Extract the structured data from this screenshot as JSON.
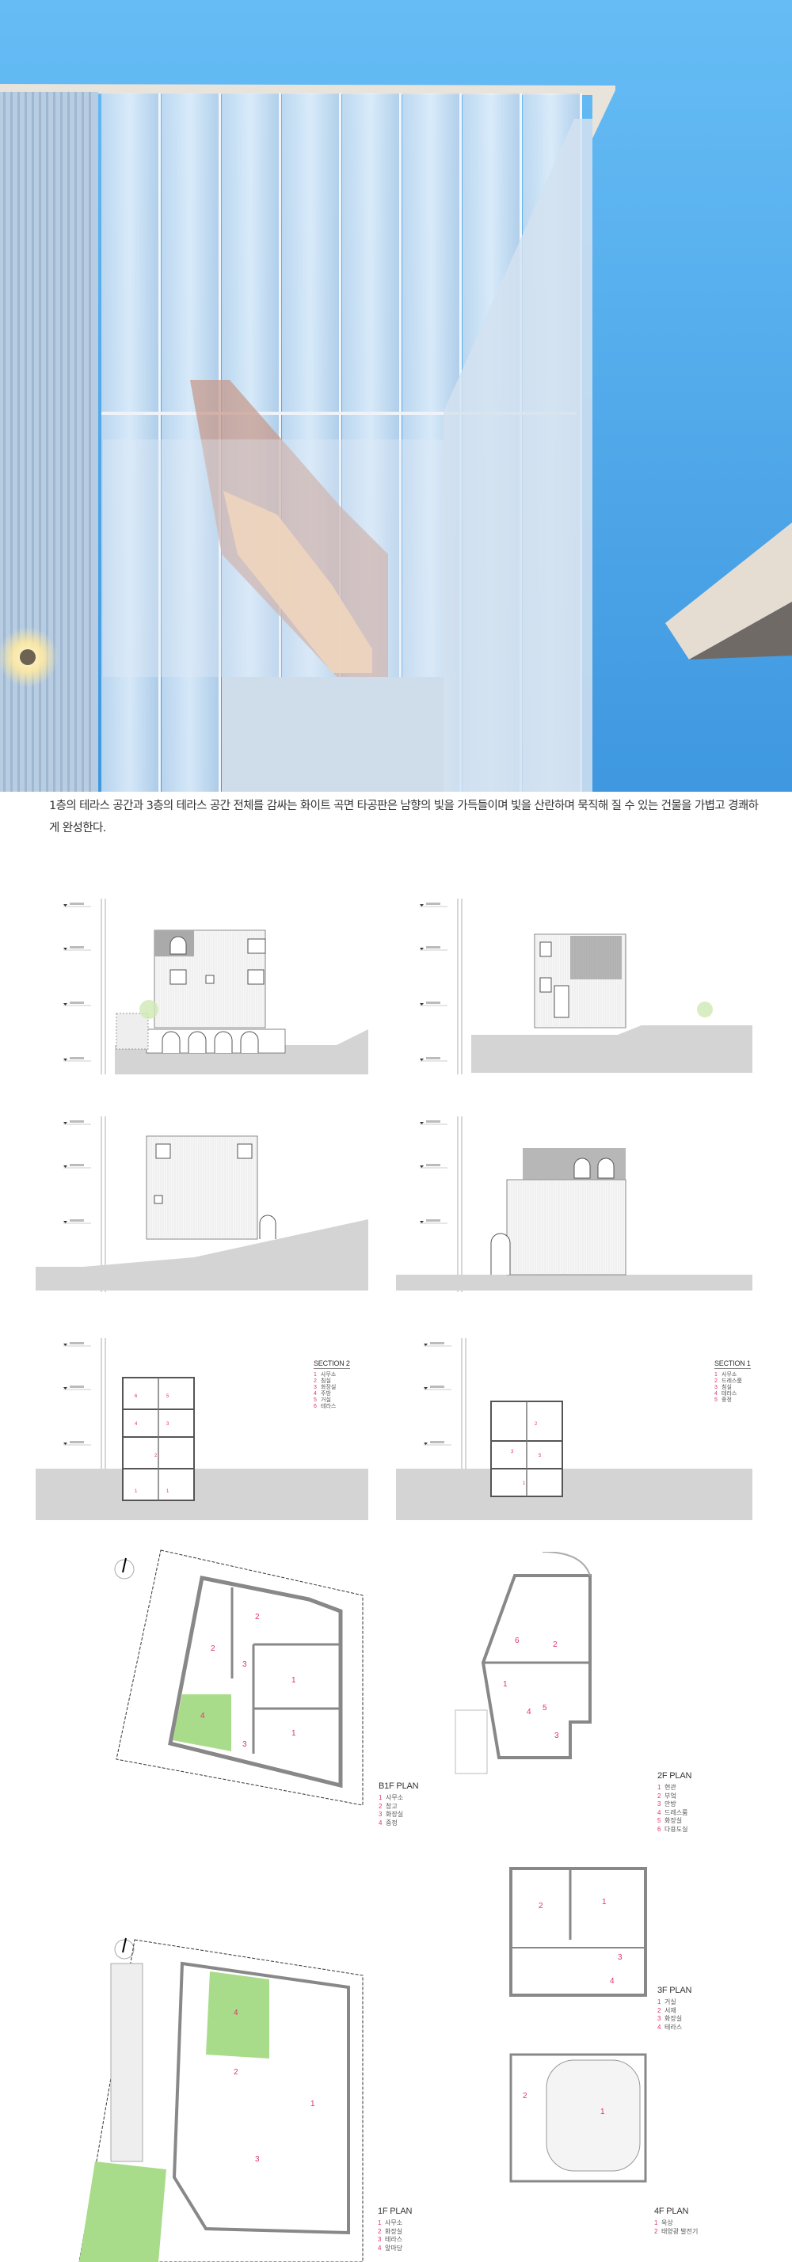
{
  "photo": {
    "colors": {
      "sky": "#4aa8ec",
      "facade": "#dfe9f3",
      "stair_light": "#f4c79c",
      "lamp": "#fff3c4"
    }
  },
  "caption": "1층의 테라스 공간과 3층의 테라스 공간 전체를 감싸는 화이트 곡면 타공판은 남향의 빛을 가득들이며 빛을 산란하며 묵직해 질 수 있는 건물을 가볍고 경쾌하게 완성한다.",
  "sections": [
    {
      "title": "SECTION 2",
      "items": [
        {
          "n": "1",
          "label": "사무소"
        },
        {
          "n": "2",
          "label": "침실"
        },
        {
          "n": "3",
          "label": "화장실"
        },
        {
          "n": "4",
          "label": "주방"
        },
        {
          "n": "5",
          "label": "거실"
        },
        {
          "n": "6",
          "label": "테라스"
        }
      ]
    },
    {
      "title": "SECTION 1",
      "items": [
        {
          "n": "1",
          "label": "사무소"
        },
        {
          "n": "2",
          "label": "드레스룸"
        },
        {
          "n": "3",
          "label": "침실"
        },
        {
          "n": "4",
          "label": "테라스"
        },
        {
          "n": "5",
          "label": "중정"
        }
      ]
    }
  ],
  "plans": {
    "b1f": {
      "title": "B1F PLAN",
      "items": [
        {
          "n": "1",
          "label": "사무소"
        },
        {
          "n": "2",
          "label": "창고"
        },
        {
          "n": "3",
          "label": "화장실"
        },
        {
          "n": "4",
          "label": "중정"
        }
      ]
    },
    "f2": {
      "title": "2F PLAN",
      "items": [
        {
          "n": "1",
          "label": "현관"
        },
        {
          "n": "2",
          "label": "부엌"
        },
        {
          "n": "3",
          "label": "안방"
        },
        {
          "n": "4",
          "label": "드레스룸"
        },
        {
          "n": "5",
          "label": "화장실"
        },
        {
          "n": "6",
          "label": "다용도실"
        }
      ]
    },
    "f3": {
      "title": "3F PLAN",
      "items": [
        {
          "n": "1",
          "label": "거실"
        },
        {
          "n": "2",
          "label": "서재"
        },
        {
          "n": "3",
          "label": "화장실"
        },
        {
          "n": "4",
          "label": "테라스"
        }
      ]
    },
    "f1": {
      "title": "1F PLAN",
      "items": [
        {
          "n": "1",
          "label": "사무소"
        },
        {
          "n": "2",
          "label": "화장실"
        },
        {
          "n": "3",
          "label": "테라스"
        },
        {
          "n": "4",
          "label": "앞마당"
        }
      ]
    },
    "f4": {
      "title": "4F PLAN",
      "items": [
        {
          "n": "1",
          "label": "옥상"
        },
        {
          "n": "2",
          "label": "태양광 발전기"
        }
      ]
    }
  },
  "colors": {
    "room_number": "#e0336b",
    "ground": "#d4d4d4",
    "garden": "#a9dc8a",
    "wall": "#888888"
  }
}
